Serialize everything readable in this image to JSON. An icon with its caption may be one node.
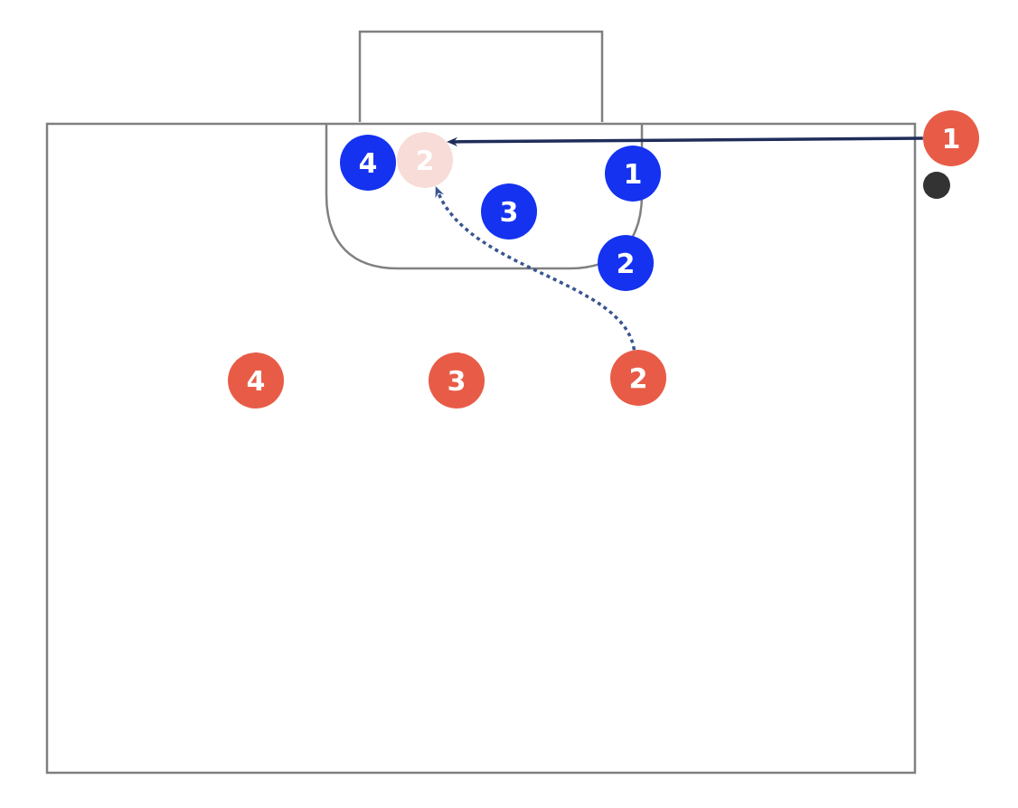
{
  "diagram": {
    "nodes": [
      {
        "text": [
          "1"
        ]
      },
      {
        "text": [
          "4"
        ]
      },
      {
        "text": [
          "2"
        ]
      },
      {
        "text": [
          "1"
        ]
      },
      {
        "text": [
          "3"
        ]
      },
      {
        "text": [
          "2"
        ]
      },
      {
        "text": [
          "4"
        ]
      },
      {
        "text": [
          "3"
        ]
      },
      {
        "text": [
          "2"
        ]
      },
      {
        "text": [],
        "shape": "circle"
      }
    ],
    "edges": [
      {
        "from": 0,
        "to": 2,
        "arrow": "to",
        "color": "#1f2d5a"
      },
      {
        "from": 8,
        "to": 2,
        "arrow": "to",
        "style": "dashed",
        "color": "#3a5590"
      }
    ]
  }
}
